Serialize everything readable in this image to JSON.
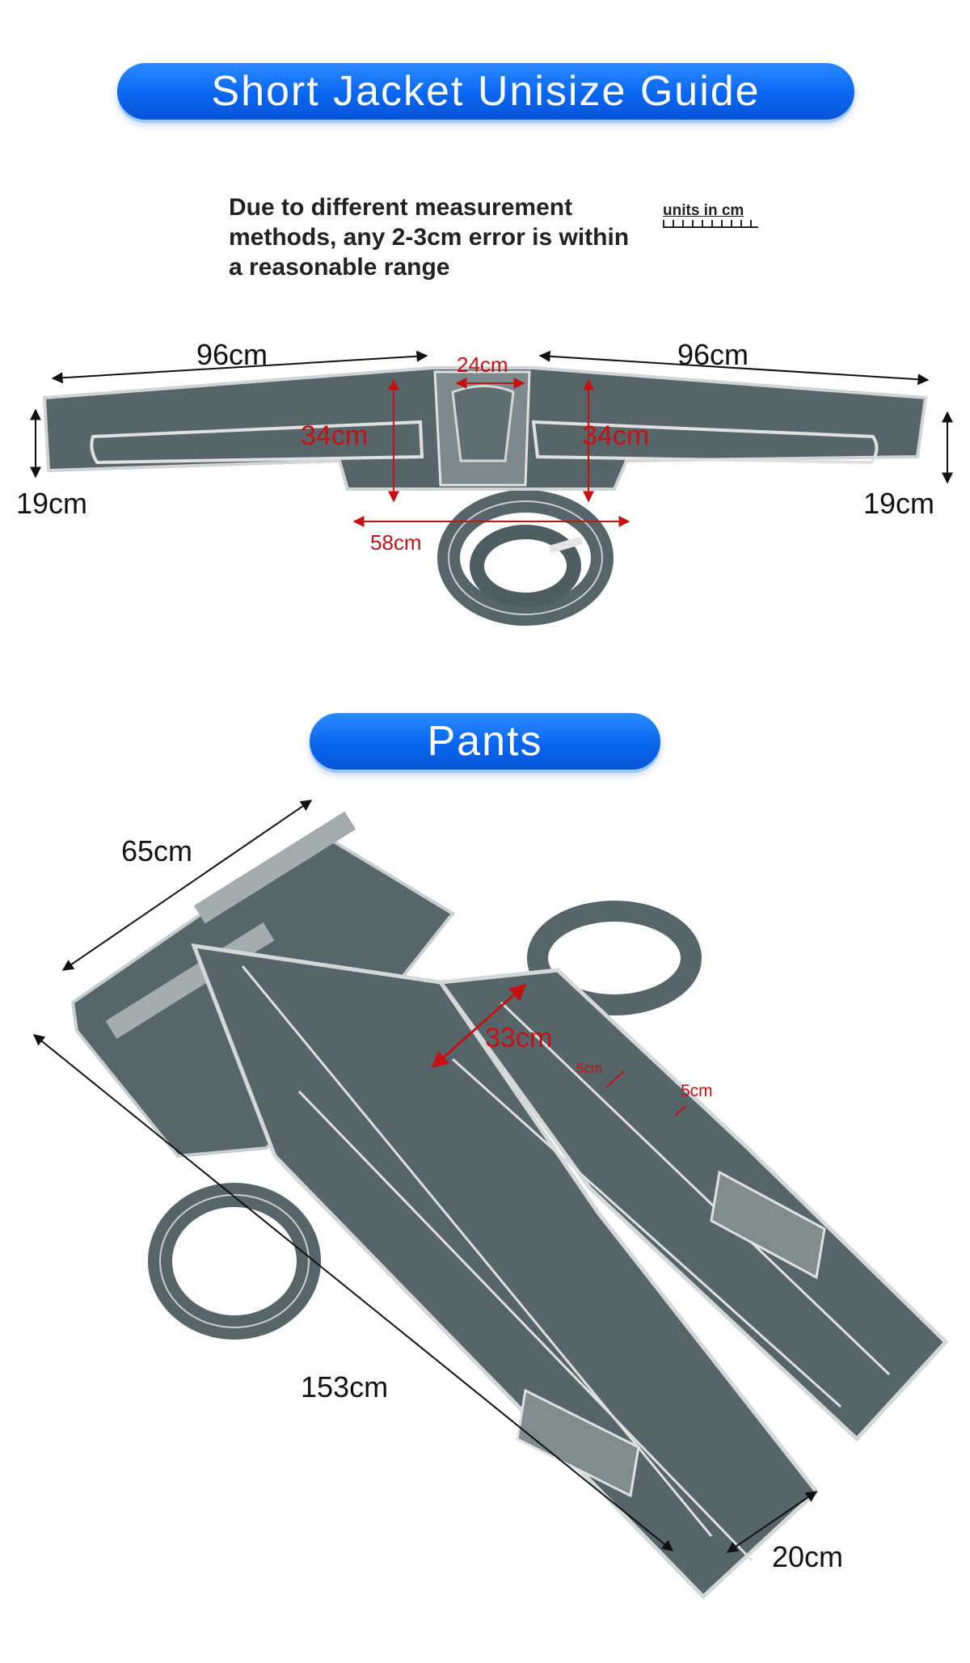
{
  "jacket": {
    "title": "Short Jacket Unisize Guide",
    "note": "Due to different measurement methods, any 2-3cm error is within a reasonable range",
    "units": "units in cm",
    "dimensions": {
      "sleeve_left": "96cm",
      "sleeve_right": "96cm",
      "neck": "24cm",
      "height_left": "34cm",
      "height_right": "34cm",
      "cuff_left": "19cm",
      "cuff_right": "19cm",
      "waist": "58cm"
    }
  },
  "pants": {
    "title": "Pants",
    "dimensions": {
      "width": "65cm",
      "length": "153cm",
      "thigh": "33cm",
      "gap_1": "5cm",
      "gap_2": "5cm",
      "ankle": "20cm"
    }
  },
  "colors": {
    "banner": "#0a66f0",
    "garment": "#55656a",
    "piping": "#d8d8d8",
    "dimension_red": "#c41212"
  }
}
